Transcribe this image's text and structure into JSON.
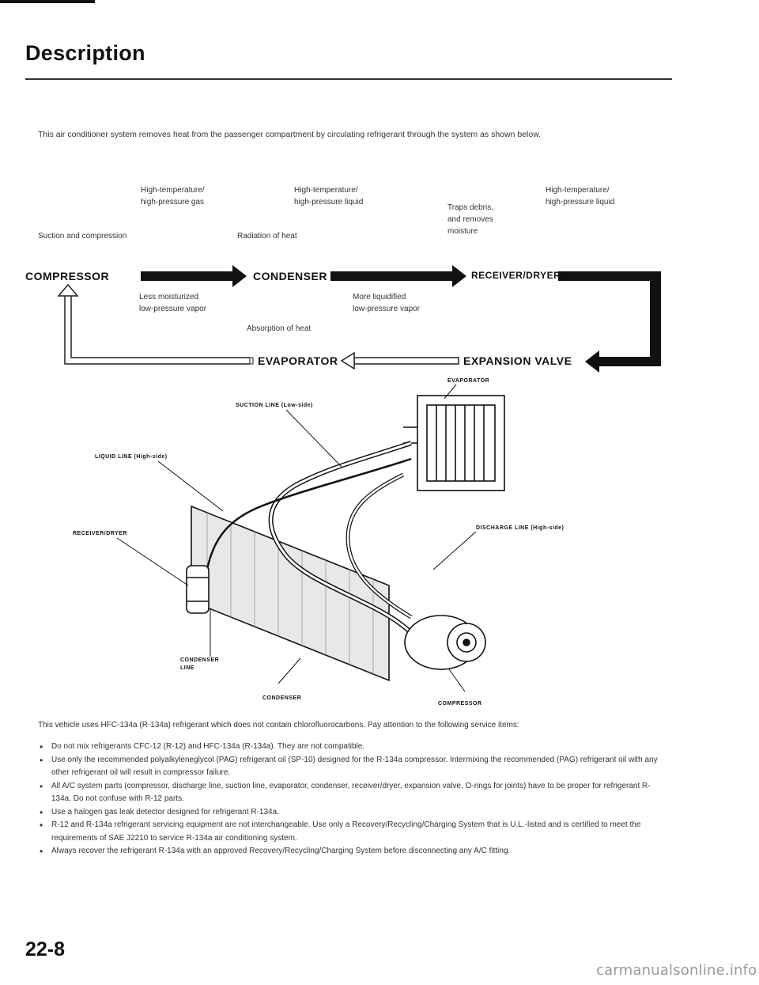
{
  "title": "Description",
  "intro": "This air conditioner system removes heat from the passenger compartment by circulating refrigerant through the system as shown below.",
  "flow": {
    "top_labels": [
      "High-temperature/\nhigh-pressure gas",
      "High-temperature/\nhigh-pressure liquid",
      "Traps debris,\nand removes\nmoisture",
      "High-temperature/\nhigh-pressure liquid"
    ],
    "process_labels": [
      "Suction and compression",
      "Radiation of heat"
    ],
    "components": [
      "COMPRESSOR",
      "CONDENSER",
      "RECEIVER/DRYER",
      "EVAPORATOR",
      "EXPANSION VALVE"
    ],
    "bottom_labels": [
      "Less moisturized\nlow-pressure vapor",
      "More liquidified\nlow-pressure vapor",
      "Absorption of heat"
    ]
  },
  "diagram": {
    "evaporator": "EVAPORATOR",
    "suction_line": "SUCTION LINE (Low-side)",
    "liquid_line": "LIQUID LINE (High-side)",
    "receiver_dryer": "RECEIVER/DRYER",
    "discharge_line": "DISCHARGE LINE (High-side)",
    "condenser_line": "CONDENSER\nLINE",
    "condenser": "CONDENSER",
    "compressor": "COMPRESSOR"
  },
  "body_text": "This vehicle uses HFC-134a (R-134a) refrigerant which does not contain chlorofluorocarbons. Pay attention to the following service items:",
  "bullets": [
    "Do not mix refrigerants CFC-12 (R-12) and HFC-134a (R-134a). They are not compatible.",
    "Use only the recommended polyalkyleneglycol (PAG) refrigerant oil (SP-10) designed for the R-134a compressor. Intermixing the recommended (PAG) refrigerant oil with any other refrigerant oil will result in compressor failure.",
    "All A/C system parts (compressor, discharge line, suction line, evaporator, condenser, receiver/dryer, expansion valve, O-rings for joints) have to be proper for refrigerant R-134a. Do not confuse with R-12 parts.",
    "Use a halogen gas leak detector designed for refrigerant R-134a.",
    "R-12 and R-134a refrigerant servicing equipment are not interchangeable. Use only a Recovery/Recycling/Charging System that is U.L.-listed and is certified to meet the requirements of SAE J2210 to service R-134a air conditioning system.",
    "Always recover the refrigerant R-134a with an approved Recovery/Recycling/Charging System before disconnecting any A/C fitting."
  ],
  "page_number": "22-8",
  "watermark": "carmanualsonline.info"
}
